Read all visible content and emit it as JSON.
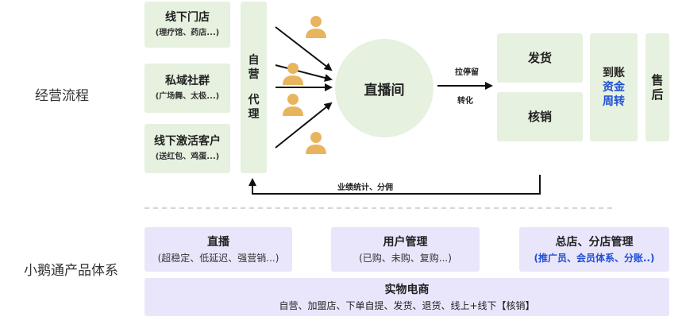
{
  "section_labels": {
    "operation_flow": "经营流程",
    "product_system": "小鹅通产品体系"
  },
  "sources": [
    {
      "title": "线下门店",
      "sub": "(理疗馆、药店...)"
    },
    {
      "title": "私域社群",
      "sub": "(广场舞、太极...)"
    },
    {
      "title": "线下激活客户",
      "sub": "(送红包、鸡蛋...)"
    }
  ],
  "agent_box": {
    "line1": "自营",
    "line2": "代理"
  },
  "live_room": {
    "label": "直播间"
  },
  "conversion": {
    "top": "拉停留",
    "bottom": "转化"
  },
  "delivery": {
    "ship": "发货",
    "verify": "核销"
  },
  "payment": {
    "title": "到账",
    "sub1": "资金",
    "sub2": "周转"
  },
  "after_sales": {
    "label": "售后"
  },
  "feedback": {
    "label": "业绩统计、分佣"
  },
  "products": {
    "live": {
      "title": "直播",
      "sub": "(超稳定、低延迟、强营销...)"
    },
    "user": {
      "title": "用户管理",
      "sub": "(已购、未购、复购...)"
    },
    "store": {
      "title": "总店、分店管理",
      "sub": "(推广员、会员体系、分账..)"
    },
    "ecommerce": {
      "title": "实物电商",
      "sub": "自营、加盟店、下单自提、发货、退货、线上+线下【核销】"
    }
  },
  "colors": {
    "green_box": "#e6f1df",
    "purple_box": "#e9e6fb",
    "person": "#e8b55e",
    "highlight_blue": "#1f4fd6"
  }
}
